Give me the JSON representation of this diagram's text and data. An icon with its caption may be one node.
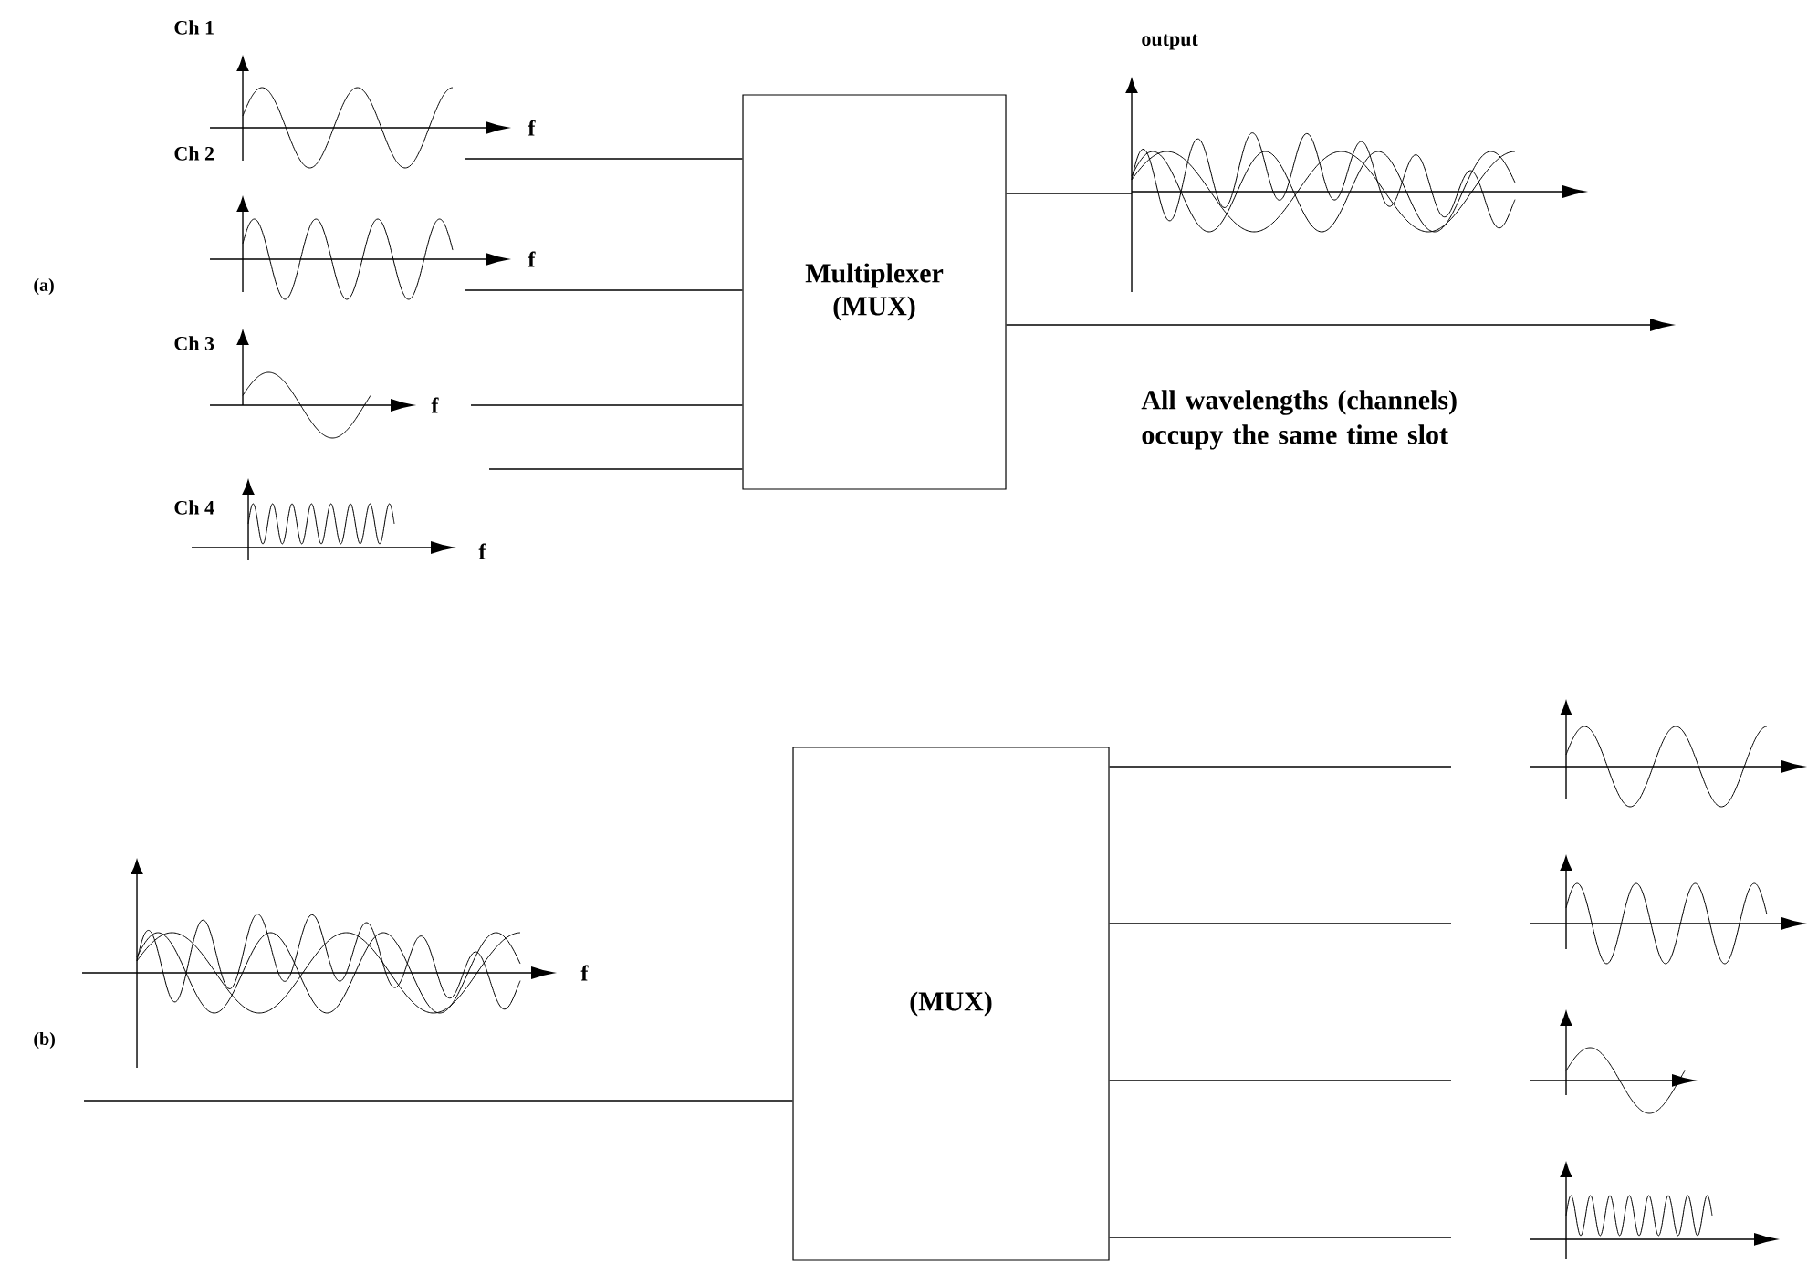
{
  "diagram": {
    "nodes": [
      {
        "text": [
          "Multiplexer (MUX)"
        ]
      },
      {
        "text": [
          "(MUX)"
        ]
      }
    ],
    "edges": [
      {
        "from": null,
        "to": 0,
        "arrow": "none"
      },
      {
        "from": null,
        "to": 0,
        "arrow": "none"
      },
      {
        "from": null,
        "to": 0,
        "arrow": "none"
      },
      {
        "from": null,
        "to": 0,
        "arrow": "none"
      },
      {
        "from": 0,
        "to": null,
        "arrow": "none"
      },
      {
        "from": 0,
        "to": null,
        "arrow": "to"
      },
      {
        "from": null,
        "to": 1,
        "arrow": "none"
      },
      {
        "from": 1,
        "to": null,
        "arrow": "none"
      },
      {
        "from": 1,
        "to": null,
        "arrow": "none"
      },
      {
        "from": 1,
        "to": null,
        "arrow": "none"
      },
      {
        "from": 1,
        "to": null,
        "arrow": "none"
      }
    ],
    "labels": [
      "Ch 1",
      "f",
      "Ch 2",
      "f",
      "(a)",
      "Ch 3",
      "f",
      "Ch 4",
      "f",
      "output",
      "All wavelengths (channels) occupy the same time slot",
      "f",
      "(b)"
    ]
  }
}
